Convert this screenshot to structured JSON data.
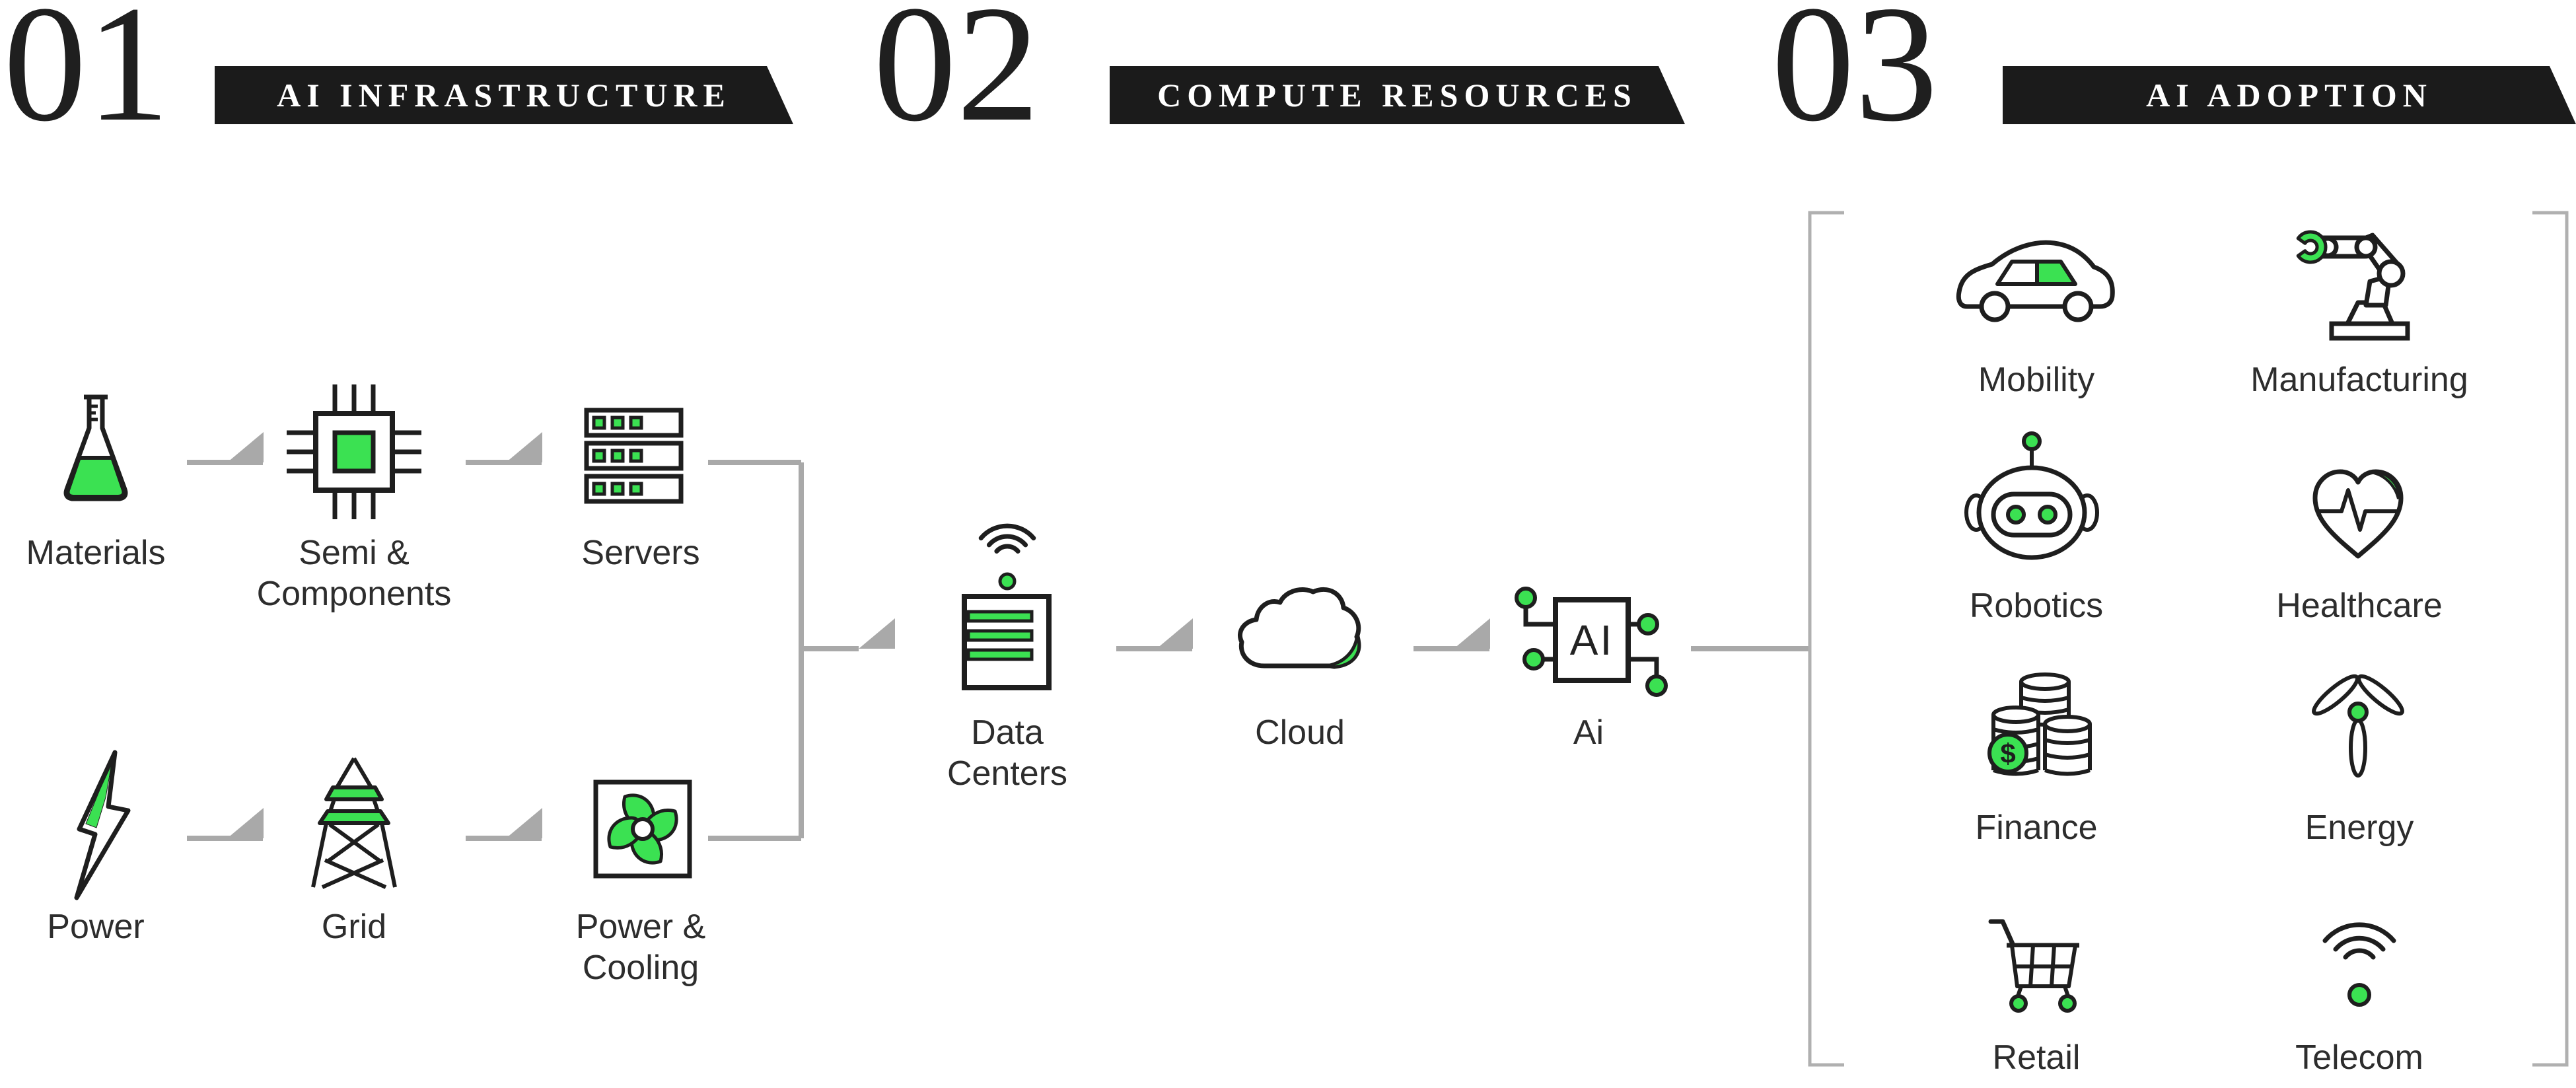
{
  "colors": {
    "accent_green": "#3be152",
    "icon_ink": "#1e1e1e",
    "connector_gray": "#a9a9a9",
    "banner_background": "#1b1b1b",
    "label_text": "#2d2d2d",
    "banner_text": "#ffffff"
  },
  "headers": [
    {
      "number": "01",
      "title": "AI INFRASTRUCTURE"
    },
    {
      "number": "02",
      "title": "COMPUTE RESOURCES"
    },
    {
      "number": "03",
      "title": "AI ADOPTION"
    }
  ],
  "stage1": {
    "rows": [
      {
        "nodes": [
          {
            "icon": "flask-icon",
            "label": "Materials"
          },
          {
            "icon": "chip-icon",
            "label": "Semi & Components"
          },
          {
            "icon": "server-rack-icon",
            "label": "Servers"
          }
        ]
      },
      {
        "nodes": [
          {
            "icon": "lightning-icon",
            "label": "Power"
          },
          {
            "icon": "transmission-tower-icon",
            "label": "Grid"
          },
          {
            "icon": "cooling-fan-icon",
            "label": "Power & Cooling"
          }
        ]
      }
    ]
  },
  "stage2": {
    "nodes": [
      {
        "icon": "data-center-icon",
        "label": "Data Centers"
      },
      {
        "icon": "cloud-icon",
        "label": "Cloud"
      },
      {
        "icon": "ai-chip-icon",
        "label": "Ai",
        "chip_text": "AI"
      }
    ]
  },
  "stage3": {
    "currency_symbol": "$",
    "industries": [
      {
        "icon": "car-icon",
        "label": "Mobility"
      },
      {
        "icon": "robot-arm-icon",
        "label": "Manufacturing"
      },
      {
        "icon": "robot-head-icon",
        "label": "Robotics"
      },
      {
        "icon": "heart-pulse-icon",
        "label": "Healthcare"
      },
      {
        "icon": "coins-icon",
        "label": "Finance"
      },
      {
        "icon": "wind-turbine-icon",
        "label": "Energy"
      },
      {
        "icon": "shopping-cart-icon",
        "label": "Retail"
      },
      {
        "icon": "wifi-icon",
        "label": "Telecom"
      }
    ]
  }
}
